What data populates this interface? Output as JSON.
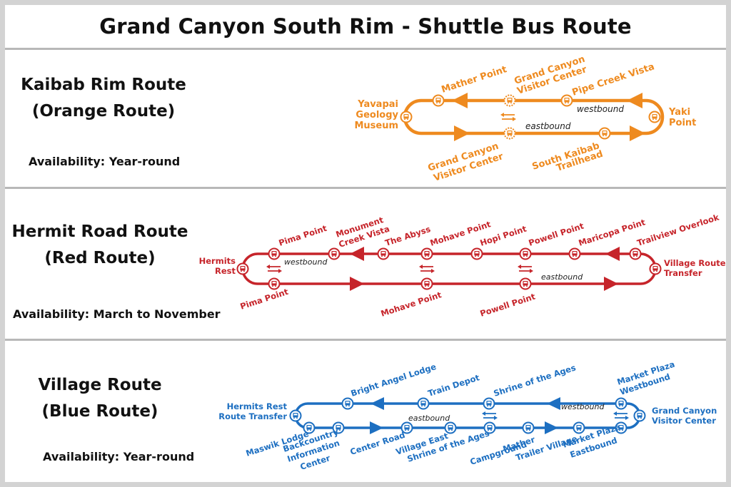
{
  "title": "Grand Canyon South Rim - Shuttle Bus Route",
  "colors": {
    "orange": "#ee8a1f",
    "red": "#c6242a",
    "blue": "#1d6fc1",
    "text": "#111111",
    "divider": "#b8b8b8"
  },
  "routes": {
    "orange": {
      "name_line1": "Kaibab Rim Route",
      "name_line2": "(Orange Route)",
      "availability": "Availability: Year-round",
      "westbound": "westbound",
      "eastbound": "eastbound",
      "stops": {
        "yavapai_1": "Yavapai",
        "yavapai_2": "Geology",
        "yavapai_3": "Museum",
        "mather": "Mather Point",
        "gcvc_top_1": "Grand Canyon",
        "gcvc_top_2": "Visitor Center",
        "pipe_creek": "Pipe Creek Vista",
        "yaki_1": "Yaki",
        "yaki_2": "Point",
        "gcvc_bot_1": "Grand Canyon",
        "gcvc_bot_2": "Visitor Center",
        "south_kaibab_1": "South Kaibab",
        "south_kaibab_2": "Trailhead"
      }
    },
    "red": {
      "name_line1": "Hermit Road Route",
      "name_line2": "(Red Route)",
      "availability": "Availability: March to November",
      "westbound": "westbound",
      "eastbound": "eastbound",
      "stops": {
        "hermits_rest_1": "Hermits",
        "hermits_rest_2": "Rest",
        "pima_top": "Pima Point",
        "monument_1": "Monument",
        "monument_2": "Creek Vista",
        "abyss": "The Abyss",
        "mohave_top": "Mohave Point",
        "hopi": "Hopi Point",
        "powell_top": "Powell Point",
        "maricopa": "Maricopa Point",
        "trailview": "Trailview Overlook",
        "village_transfer_1": "Village Route",
        "village_transfer_2": "Transfer",
        "pima_bot": "Pima Point",
        "mohave_bot": "Mohave Point",
        "powell_bot": "Powell Point"
      }
    },
    "blue": {
      "name_line1": "Village Route",
      "name_line2": "(Blue Route)",
      "availability": "Availability: Year-round",
      "westbound": "westbound",
      "eastbound": "eastbound",
      "stops": {
        "hermits_transfer_1": "Hermits Rest",
        "hermits_transfer_2": "Route Transfer",
        "bright_angel": "Bright Angel Lodge",
        "train_depot": "Train Depot",
        "shrine_top": "Shrine of the Ages",
        "market_wb_1": "Market Plaza",
        "market_wb_2": "Westbound",
        "gcvc_1": "Grand Canyon",
        "gcvc_2": "Visitor Center",
        "maswik": "Maswik Lodge",
        "backcountry_1": "Backcountry",
        "backcountry_2": "Information",
        "backcountry_3": "Center",
        "center_road": "Center Road",
        "village_east": "Village East",
        "shrine_bot": "Shrine of the Ages",
        "mather_cg_1": "Mather",
        "mather_cg_2": "Campground",
        "trailer_village": "Trailer Village",
        "market_eb_1": "Market Plaza",
        "market_eb_2": "Eastbound"
      }
    }
  }
}
